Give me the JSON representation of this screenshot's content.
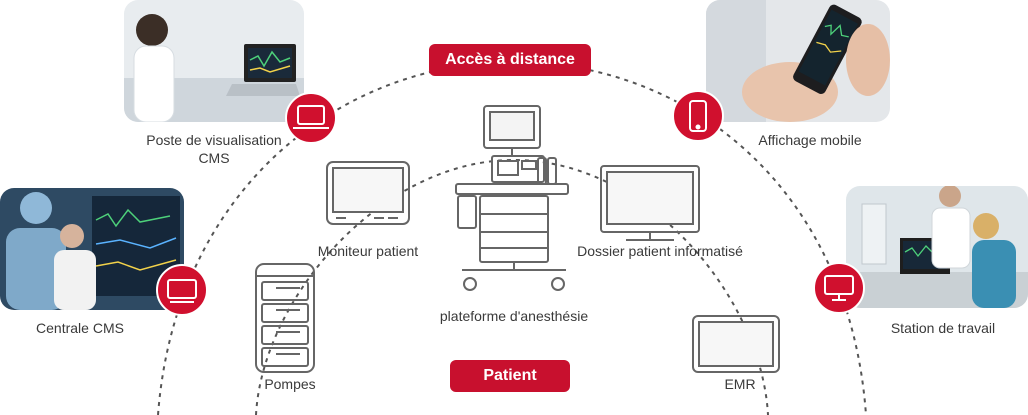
{
  "top_pill": "Accès à distance",
  "bottom_pill": "Patient",
  "labels": {
    "poste_line1": "Poste de visualisation",
    "poste_line2": "CMS",
    "mobile": "Affichage mobile",
    "centrale": "Centrale CMS",
    "station": "Station de travail",
    "moniteur": "Moniteur patient",
    "dossier": "Dossier patient informatisé",
    "plateforme": "plateforme d'anesthésie",
    "pompes": "Pompes",
    "emr": "EMR"
  },
  "icons": {
    "poste_badge": "laptop-icon",
    "mobile_badge": "smartphone-icon",
    "centrale_badge": "monitor-icon",
    "station_badge": "desktop-monitor-icon"
  },
  "colors": {
    "accent": "#c8102e",
    "line": "#555555",
    "device": "#666666"
  }
}
